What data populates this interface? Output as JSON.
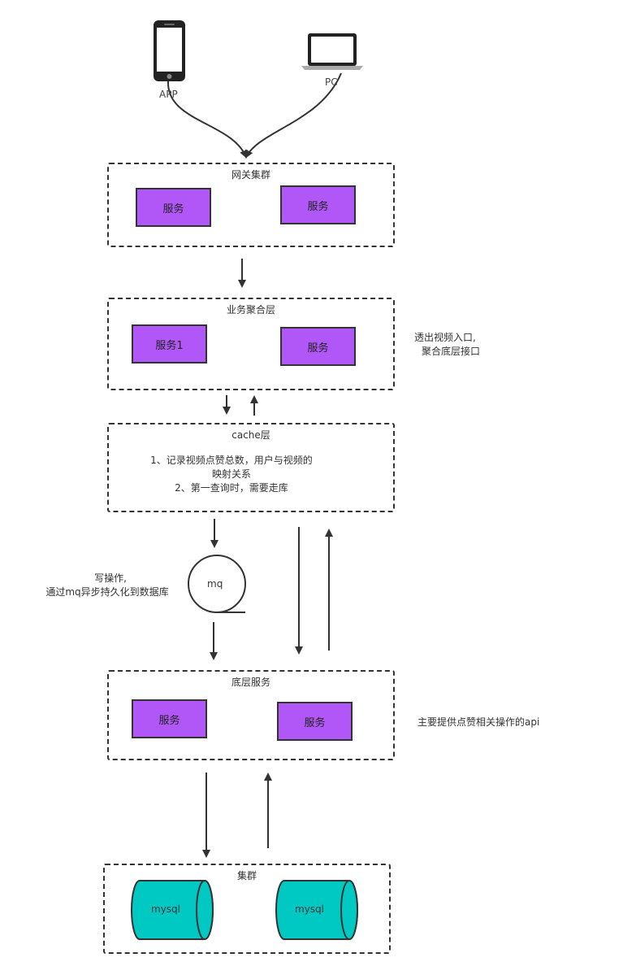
{
  "devices": {
    "app_label": "APP",
    "pc_label": "PC"
  },
  "gateway": {
    "title": "网关集群",
    "services": [
      "服务",
      "服务"
    ]
  },
  "aggregation": {
    "title": "业务聚合层",
    "services": [
      "服务1",
      "服务"
    ],
    "note_lines": [
      "透出视频入口,",
      "聚合底层接口"
    ]
  },
  "cache": {
    "title": "cache层",
    "desc_lines": [
      "1、记录视频点赞总数，用户与视频的",
      "映射关系",
      "2、第一查询时，需要走库"
    ]
  },
  "mq": {
    "label": "mq",
    "note_lines": [
      "写操作,",
      "通过mq异步持久化到数据库"
    ]
  },
  "base": {
    "title": "底层服务",
    "services": [
      "服务",
      "服务"
    ],
    "note": "主要提供点赞相关操作的api"
  },
  "cluster": {
    "title": "集群",
    "dbs": [
      "mysql",
      "mysql"
    ]
  },
  "colors": {
    "service_fill": "#b157f7",
    "db_fill": "#00c9c3",
    "stroke": "#333333"
  }
}
